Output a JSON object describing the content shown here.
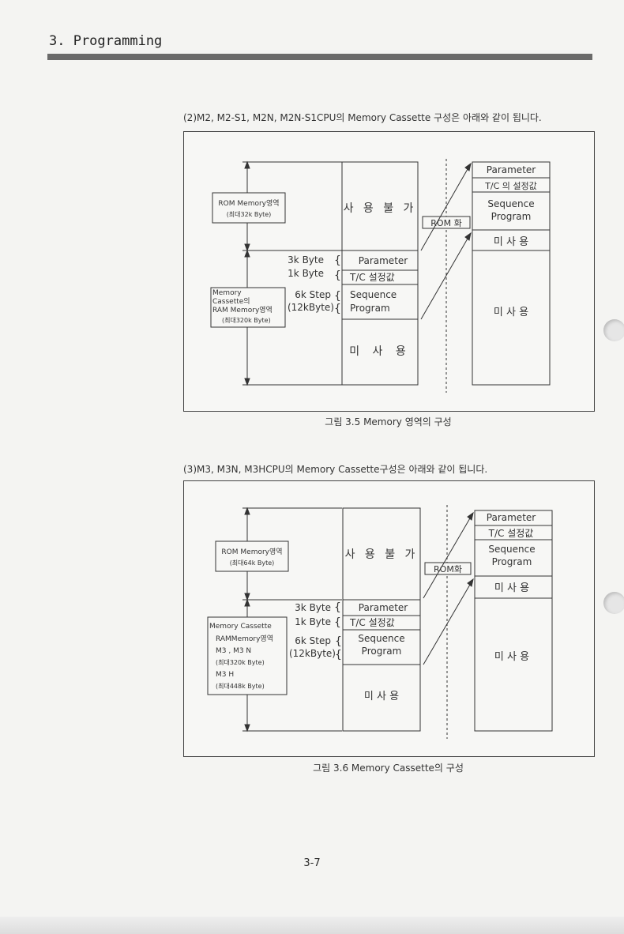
{
  "header": {
    "title": "3. Programming"
  },
  "paragraph1": "(2)M2, M2-S1, M2N, M2N-S1CPU의  Memory  Cassette 구성은 아래와 같이 됩니다.",
  "paragraph2": "(3)M3, M3N, M3HCPU의  Memory  Cassette구성은  아래와 같이 됩니다.",
  "figure1": {
    "caption": "그림 3.5  Memory  영역의 구성",
    "rom_label": [
      "ROM Memory영역",
      "(최대32k Byte)"
    ],
    "ram_label": [
      "Memory",
      "Cassette의",
      "RAM Memory영역",
      "(최대320k Byte)"
    ],
    "sizes": [
      "3k Byte",
      "1k Byte",
      "6k Step",
      "(12kByte)"
    ],
    "left_col": {
      "unusable": "사 용 불 가",
      "parameter": "Parameter",
      "tc": "T/C  설정값",
      "seq1": "Sequence",
      "seq2": "Program",
      "unused": "미 사 용"
    },
    "rom_tag": "ROM 화",
    "right_col": {
      "parameter": "Parameter",
      "tc": "T/C 의 설정값",
      "seq1": "Sequence",
      "seq2": "Program",
      "unused1": "미  사  용",
      "unused2": "미  사  용"
    }
  },
  "figure2": {
    "caption": "그림 3.6  Memory Cassette의  구성",
    "rom_label": [
      "ROM Memory영역",
      "(최대64k Byte)"
    ],
    "ram_label": [
      "Memory Cassette",
      "RAMMemory영역",
      "M3 , M3 N",
      "(최대320k Byte)",
      "M3 H",
      "(최대448k Byte)"
    ],
    "sizes": [
      "3k Byte",
      "1k Byte",
      "6k Step",
      "(12kByte)"
    ],
    "left_col": {
      "unusable": "사 용 불 가",
      "parameter": "Parameter",
      "tc": "T/C  설정값",
      "seq1": "Sequence",
      "seq2": "Program",
      "unused": "미  사  용"
    },
    "rom_tag": "ROM화",
    "right_col": {
      "parameter": "Parameter",
      "tc": "T/C  설정값",
      "seq1": "Sequence",
      "seq2": "Program",
      "unused1": "미  사  용",
      "unused2": "미  사  용"
    }
  },
  "page_number": "3-7"
}
